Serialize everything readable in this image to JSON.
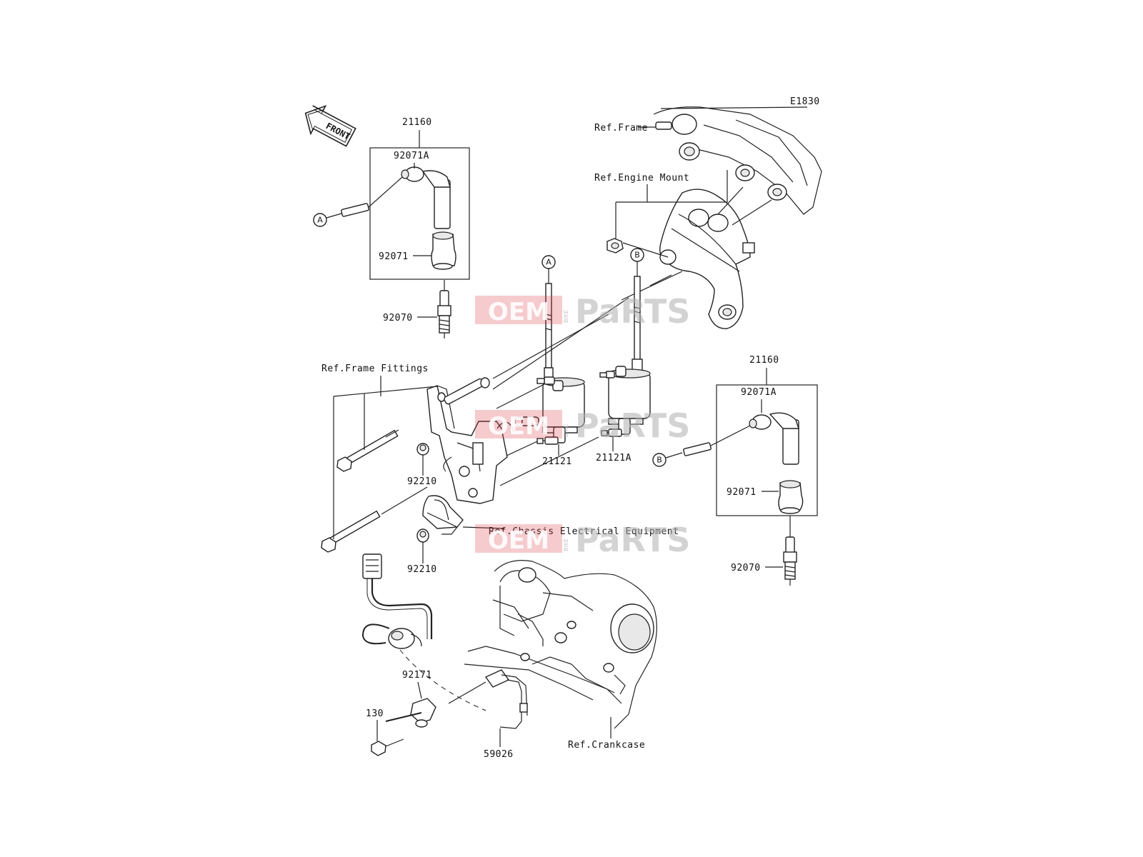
{
  "diagram_code": "E1830",
  "front_label": "FRONT",
  "watermark": {
    "brand_left": "OEM",
    "brand_mid": "BIKE",
    "brand_right": "PaRTS"
  },
  "connectors": {
    "a": "A",
    "b": "B"
  },
  "labels": {
    "p21160_left": "21160",
    "p92071A_left": "92071A",
    "p92071_left": "92071",
    "p92070_left": "92070",
    "p21160_right": "21160",
    "p92071A_right": "92071A",
    "p92071_right": "92071",
    "p92070_right": "92070",
    "p21121": "21121",
    "p21121A": "21121A",
    "p92210_top": "92210",
    "p92210_bottom": "92210",
    "p92171": "92171",
    "p130": "130",
    "p59026": "59026",
    "ref_frame": "Ref.Frame",
    "ref_engine_mount": "Ref.Engine Mount",
    "ref_frame_fittings": "Ref.Frame Fittings",
    "ref_chassis": "Ref.Chassis Electrical Equipment",
    "ref_crankcase": "Ref.Crankcase"
  }
}
